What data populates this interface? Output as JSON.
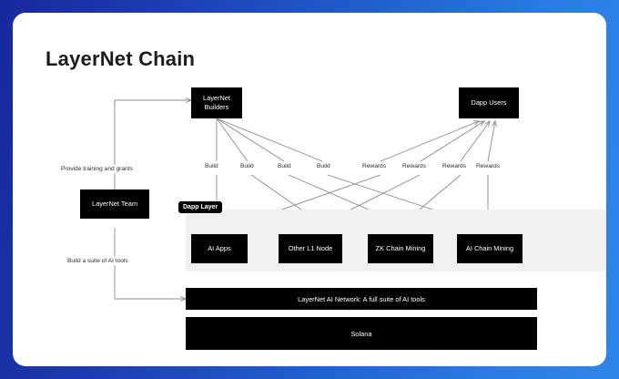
{
  "theme": {
    "background_gradient_start": "#17289c",
    "background_gradient_end": "#2e86e8",
    "card_background": "#ffffff",
    "node_fill": "#000000",
    "node_text": "#ffffff",
    "layer_band_fill": "#f1f1f1",
    "arrow_color": "#8a8a8a",
    "title_color": "#1d1d1f"
  },
  "title": "LayerNet Chain",
  "nodes": {
    "builders": {
      "line1": "LayerNet",
      "line2": "Builders"
    },
    "dapp_users": {
      "label": "Dapp Users"
    },
    "team": {
      "label": "LayerNet Team"
    },
    "dapp_layer_badge": {
      "label": "Dapp Layer"
    },
    "layer_boxes": [
      {
        "label": "AI Apps"
      },
      {
        "label": "Other L1 Node"
      },
      {
        "label": "ZK Chain Mining"
      },
      {
        "label": "AI Chain Mining"
      }
    ],
    "bars": [
      {
        "label": "LayerNet AI Network: A full suite of AI tools"
      },
      {
        "label": "Solana"
      }
    ]
  },
  "edge_labels": {
    "build": [
      "Build",
      "Build",
      "Build",
      "Build"
    ],
    "rewards": [
      "Rewards",
      "Rewards",
      "Rewards",
      "Rewards"
    ]
  },
  "side_labels": {
    "top": "Provide training and grants",
    "bottom": "Build a suite of AI tools"
  }
}
